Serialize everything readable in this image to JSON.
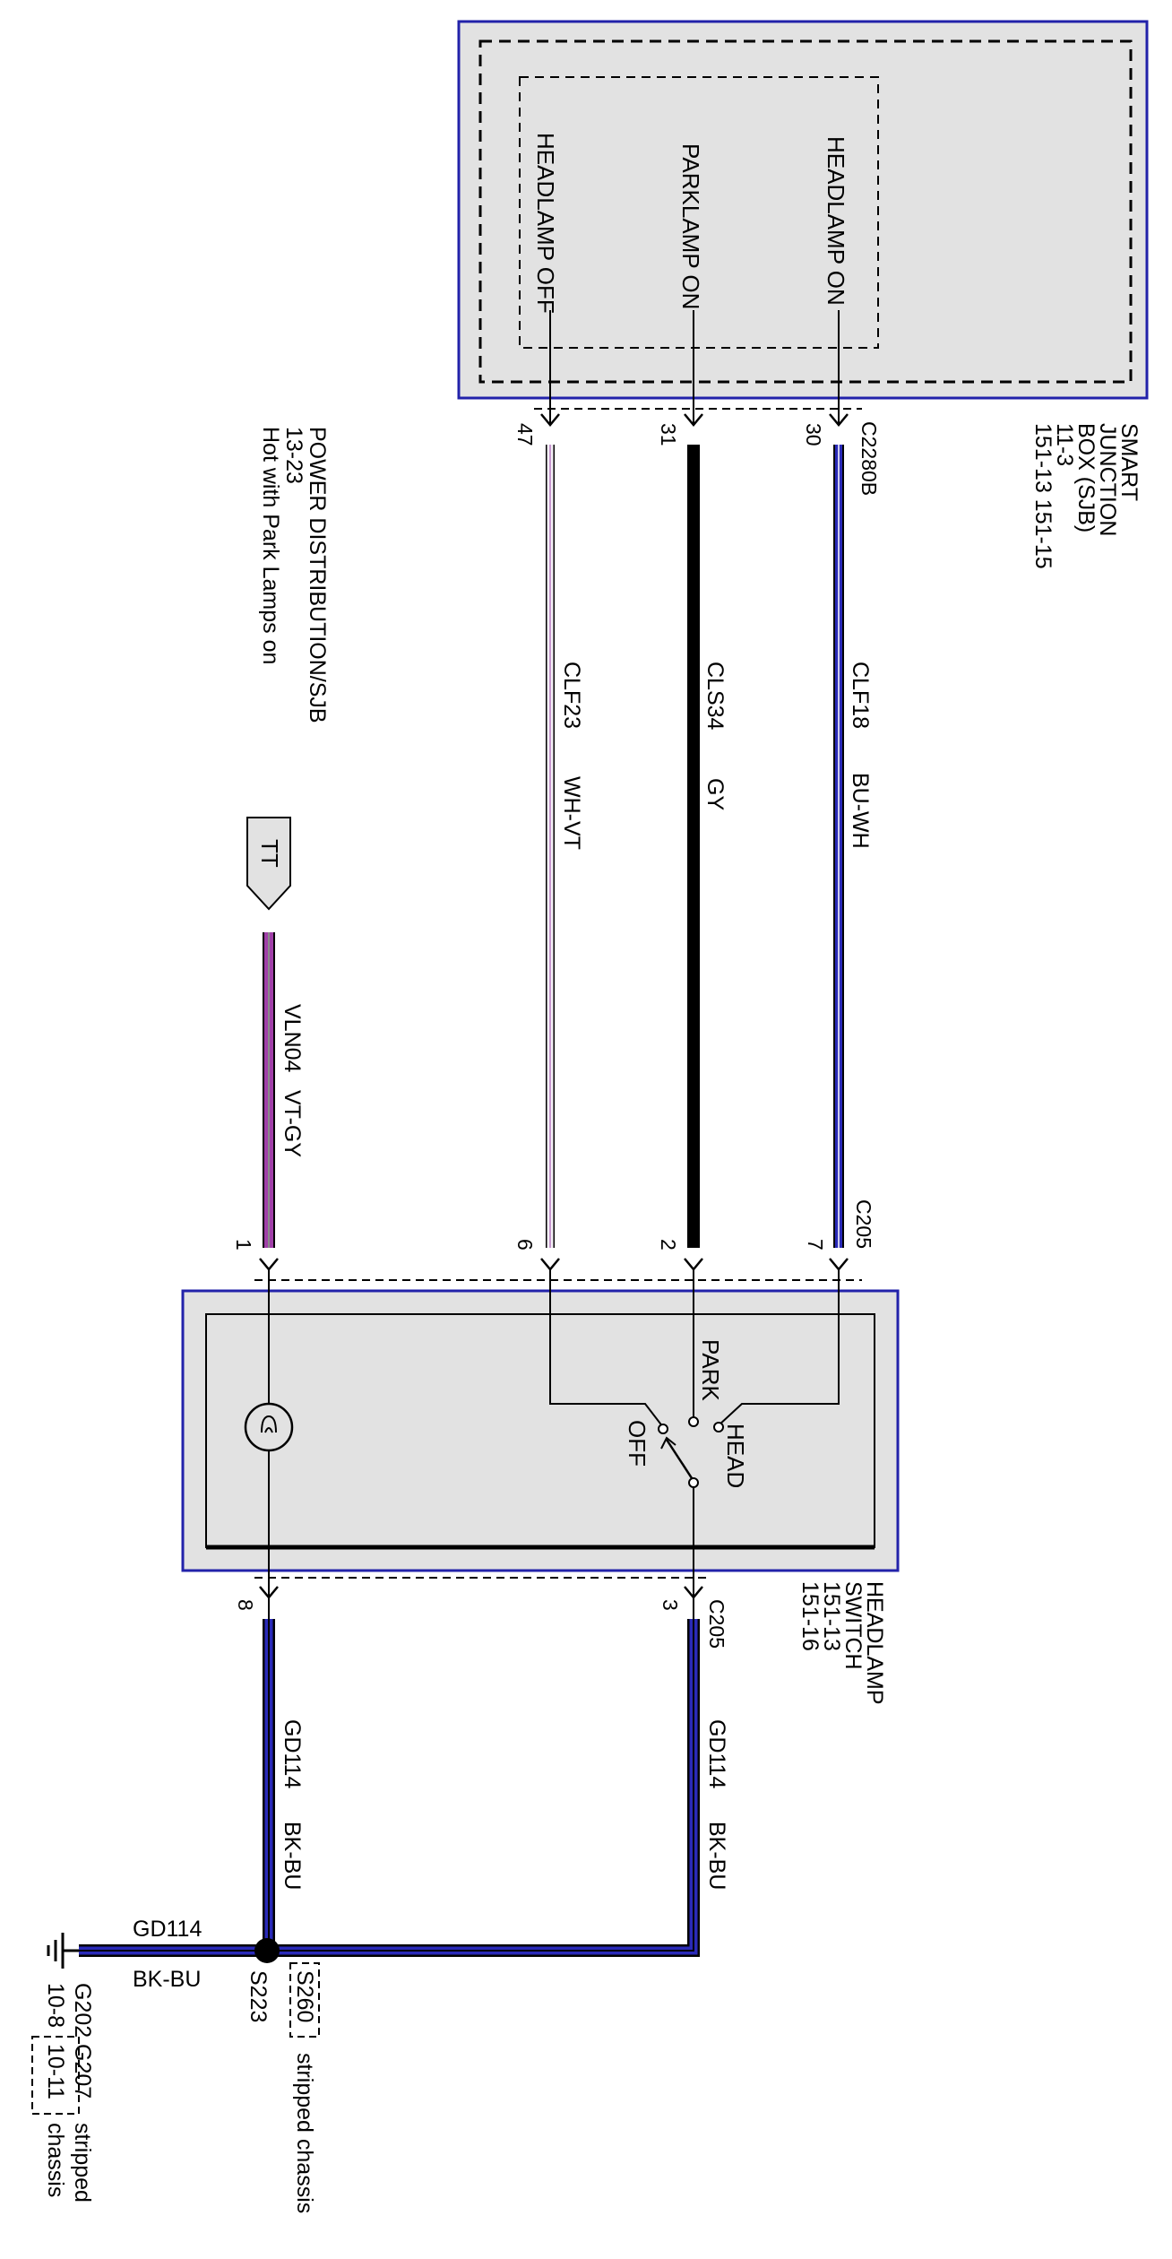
{
  "sjb": {
    "title_lines": [
      "SMART",
      "JUNCTION",
      "BOX (SJB)",
      "11-3",
      "151-13   151-15"
    ],
    "functions": [
      "HEADLAMP ON",
      "PARKLAMP ON",
      "HEADLAMP OFF"
    ],
    "connector": "C2280B",
    "pins": [
      "30",
      "31",
      "47"
    ]
  },
  "power": {
    "lines": [
      "POWER DISTRIBUTION/SJB",
      "13-23",
      "Hot with Park Lamps on"
    ],
    "tag": "TT"
  },
  "wires": {
    "clf18": {
      "circuit": "CLF18",
      "color": "BU-WH"
    },
    "cls34": {
      "circuit": "CLS34",
      "color": "GY"
    },
    "clf23": {
      "circuit": "CLF23",
      "color": "WH-VT"
    },
    "vln04": {
      "circuit": "VLN04",
      "color": "VT-GY"
    },
    "gd114_right": {
      "circuit": "GD114",
      "color": "BK-BU"
    },
    "gd114_left": {
      "circuit": "GD114",
      "color": "BK-BU"
    },
    "gd114_ground": {
      "circuit": "GD114",
      "color": "BK-BU"
    }
  },
  "switch": {
    "title_lines": [
      "HEADLAMP",
      "SWITCH",
      "151-13",
      "151-16"
    ],
    "top_connector": "C205",
    "top_pins": [
      "7",
      "2",
      "6",
      "1"
    ],
    "positions": [
      "PARK",
      "HEAD",
      "OFF"
    ],
    "bottom_connector": "C205",
    "bottom_pins": [
      "3",
      "8"
    ]
  },
  "splice": {
    "primary": "S223",
    "alternate": "S260",
    "alt_note": "stripped chassis"
  },
  "ground": {
    "primary": "G202",
    "primary_page": "10-8",
    "alternate": "G207",
    "alternate_page": "10-11",
    "alt_note_1": "stripped",
    "alt_note_2": "chassis"
  },
  "colors": {
    "blue": "#2a2ab8",
    "black": "#000000",
    "violet": "#a040a8",
    "frame": "#2222aa",
    "box_fill": "#e2e2e2"
  }
}
